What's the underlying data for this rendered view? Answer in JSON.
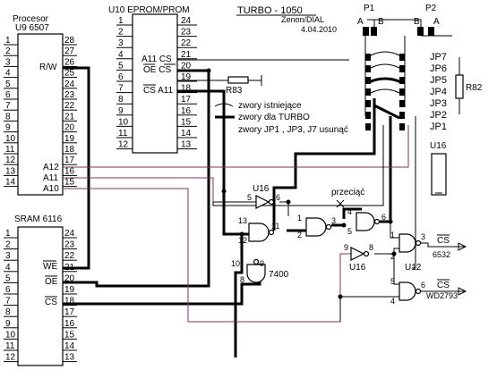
{
  "title": "TURBO - 1050",
  "author": "Zenon/DIAL",
  "date": "4.04.2010",
  "cpu": {
    "name": "Procesor",
    "ref": "U9  6507",
    "left_pins": [
      "1",
      "2",
      "3",
      "4",
      "5",
      "6",
      "7",
      "8",
      "9",
      "10",
      "11",
      "12",
      "13",
      "14"
    ],
    "right_pins": [
      "28",
      "27",
      "26",
      "25",
      "24",
      "23",
      "22",
      "21",
      "20",
      "19",
      "18",
      "17",
      "16",
      "15"
    ],
    "signal_rw": "R/W",
    "signal_a12": "A12",
    "signal_a11": "A11",
    "signal_a10": "A10"
  },
  "eprom": {
    "name": "U10  EPROM/PROM",
    "left_pins": [
      "1",
      "2",
      "3",
      "4",
      "5",
      "6",
      "7",
      "8",
      "9",
      "10",
      "11",
      "12"
    ],
    "right_pins": [
      "24",
      "23",
      "22",
      "21",
      "20",
      "19",
      "18",
      "17",
      "16",
      "15",
      "14",
      "13"
    ],
    "label_a11_cs": "A11  CS",
    "label_oe_cs": "OE  CS",
    "label_cs_a11": "CS  A11"
  },
  "sram": {
    "name": "SRAM 6116",
    "left_pins": [
      "1",
      "2",
      "3",
      "4",
      "5",
      "6",
      "7",
      "8",
      "9",
      "10",
      "11",
      "12"
    ],
    "right_pins": [
      "24",
      "23",
      "22",
      "21",
      "20",
      "19",
      "18",
      "17",
      "16",
      "15",
      "14",
      "13"
    ],
    "signal_we": "WE",
    "signal_oe": "OE",
    "signal_cs": "CS"
  },
  "resistors": {
    "r83": "R83",
    "r82": "R82"
  },
  "jumpers": {
    "p1": "P1",
    "p2": "P2",
    "a": "A",
    "b": "B",
    "list": [
      "JP7",
      "JP6",
      "JP5",
      "JP4",
      "JP3",
      "JP2",
      "JP1"
    ]
  },
  "legend": {
    "existing": "zwory istniejące",
    "turbo": "zwory dla TURBO",
    "remove": "zwory JP1 , JP3, J7 usunąć"
  },
  "chips": {
    "u16": "U16",
    "u16_top": "U16",
    "u16_mid": "U16",
    "u12": "U12",
    "ic7400": "7400"
  },
  "cut_label": "przeciąć",
  "outputs": {
    "cs6532": "CS",
    "cs6532_chip": "6532",
    "cswd": "CS",
    "cswd_chip": "WD2793"
  },
  "gate_pins": {
    "inv_top_in": "5",
    "inv_top_out": "6",
    "g1_in1": "13",
    "g1_in2": "12",
    "g1_out": "11",
    "g2_in1": "1",
    "g2_in2": "2",
    "g2_out": "3",
    "g3_in1": "4",
    "g3_in2": "5",
    "g3_out": "6",
    "g4_in1": "10",
    "g4_in2": "8",
    "g4_out": "9",
    "inv_mid_in": "9",
    "inv_mid_out": "8",
    "g5_in1": "1",
    "g5_in2": "2",
    "g5_out": "3",
    "g6_in1": "5",
    "g6_in2": "4",
    "g6_out": "6"
  }
}
